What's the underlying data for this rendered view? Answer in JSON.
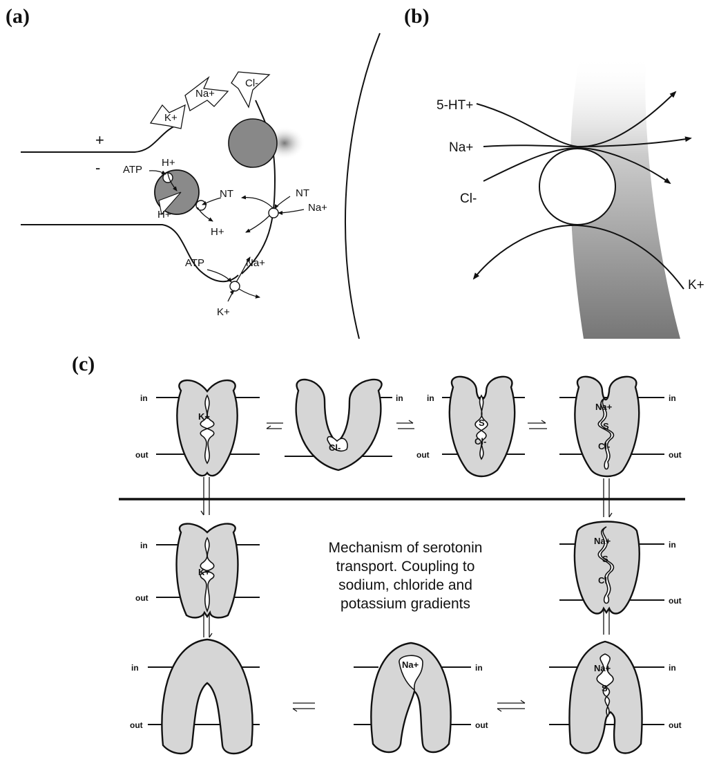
{
  "panels": {
    "a": "(a)",
    "b": "(b)",
    "c": "(c)"
  },
  "panel_a": {
    "plus": "+",
    "minus": "-",
    "pump_ions": [
      "Na+",
      "Cl-",
      "K+"
    ],
    "atp_top": "ATP",
    "h_top": "H+",
    "h_vesicle": "H+",
    "nt_vesicle": "NT",
    "h_out": "H+",
    "nt_right": "NT",
    "na_right": "Na+",
    "atp_bottom": "ATP",
    "na_bottom": "Na+",
    "k_bottom": "K+"
  },
  "panel_b": {
    "ht": "5-HT+",
    "na": "Na+",
    "cl": "Cl-",
    "k": "K+"
  },
  "panel_c": {
    "in_label": "in",
    "out_label": "out",
    "ions": {
      "k": "K+",
      "cl": "Cl-",
      "cl_plain": "Cl",
      "na": "Na+",
      "s": "S"
    },
    "caption_lines": [
      "Mechanism of serotonin",
      "transport.  Coupling to",
      "sodium, chloride and",
      "potassium gradients"
    ]
  },
  "colors": {
    "ink": "#111111",
    "protein_fill": "#d6d6d6",
    "shade": "#8a8a8a"
  }
}
